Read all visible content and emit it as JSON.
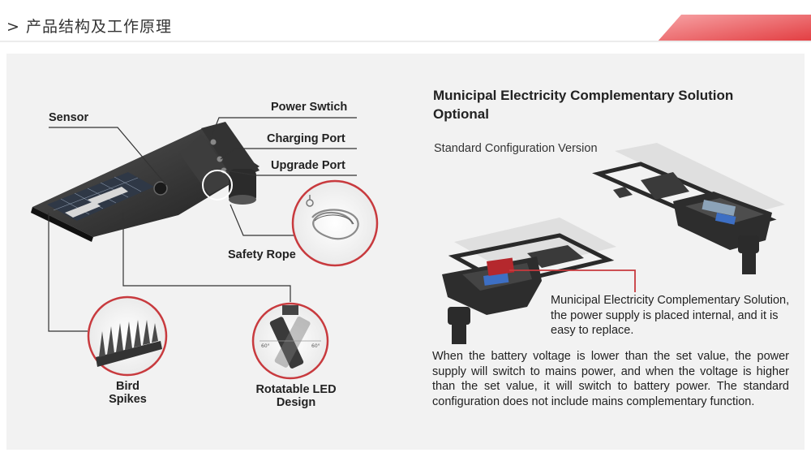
{
  "header": {
    "title": "> 产品结构及工作原理"
  },
  "labels": {
    "sensor": "Sensor",
    "power_switch": "Power Swtich",
    "charging_port": "Charging Port",
    "upgrade_port": "Upgrade Port",
    "safety_rope": "Safety Rope",
    "bird_spikes": "Bird\nSpikes",
    "rotatable_led": "Rotatable LED\nDesign"
  },
  "right": {
    "title": "Municipal Electricity Complementary Solution Optional",
    "standard_config": "Standard Configuration Version",
    "municipal_desc": "Municipal Electricity Complementary Solution, the power supply is placed internal, and it is easy to replace.",
    "paragraph": "When the battery voltage is lower than the set value, the power supply will switch to mains power, and when the voltage is higher than the set value, it will switch to battery power. The standard configuration does not include mains complementary function."
  },
  "colors": {
    "accent": "#e23c40",
    "panel": "#f2f2f2",
    "lamp": "#2a2a2a"
  },
  "angles": {
    "left": "60°",
    "right": "60°"
  }
}
